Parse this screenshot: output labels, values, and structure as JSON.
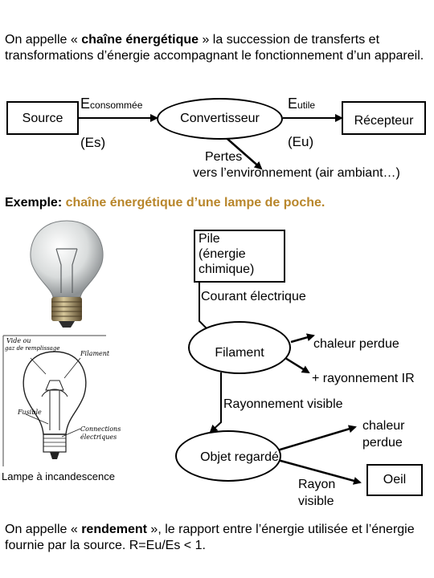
{
  "intro": {
    "before": "On appelle « ",
    "bold": "chaîne énergétique",
    "after": " » la succession de transferts et transformations d’énergie accompagnant le fonctionnement d’un appareil."
  },
  "chain": {
    "source": "Source",
    "e_main": "E",
    "e_sub": "consommée",
    "es": "(Es)",
    "converter": "Convertisseur",
    "eu_main": "E",
    "eu_sub": "utile",
    "eu": "(Eu)",
    "receiver": "Récepteur",
    "losses_1": "Pertes",
    "losses_2": "vers l’environnement (air ambiant…)"
  },
  "example": {
    "label": "Exemple:",
    "title": " chaîne énergétique d’une lampe de poche."
  },
  "lamp_chain": {
    "pile_1": "Pile",
    "pile_2": "(énergie",
    "pile_3": "chimique)",
    "current": "Courant électrique",
    "filament": "Filament",
    "heat_1": "chaleur perdue",
    "heat_2": "+ rayonnement IR",
    "visible": "Rayonnement visible",
    "heat_3a": "chaleur",
    "heat_3b": "perdue",
    "object": "Objet regardé",
    "ray_1": "Rayon",
    "ray_2": "visible",
    "eye": "Oeil"
  },
  "lamp_sketch": {
    "caption": "Lampe à incandescence",
    "l1": "Vide ou",
    "l2": "gaz de remplissage",
    "l3": "Filament",
    "l4": "Fusible",
    "l5": "Connections",
    "l6": "électriques"
  },
  "conclusion": {
    "before": "On appelle « ",
    "bold": "rendement",
    "after": " », le rapport entre l’énergie utilisée et l’énergie fournie par la source. R=Eu/Es < 1."
  }
}
